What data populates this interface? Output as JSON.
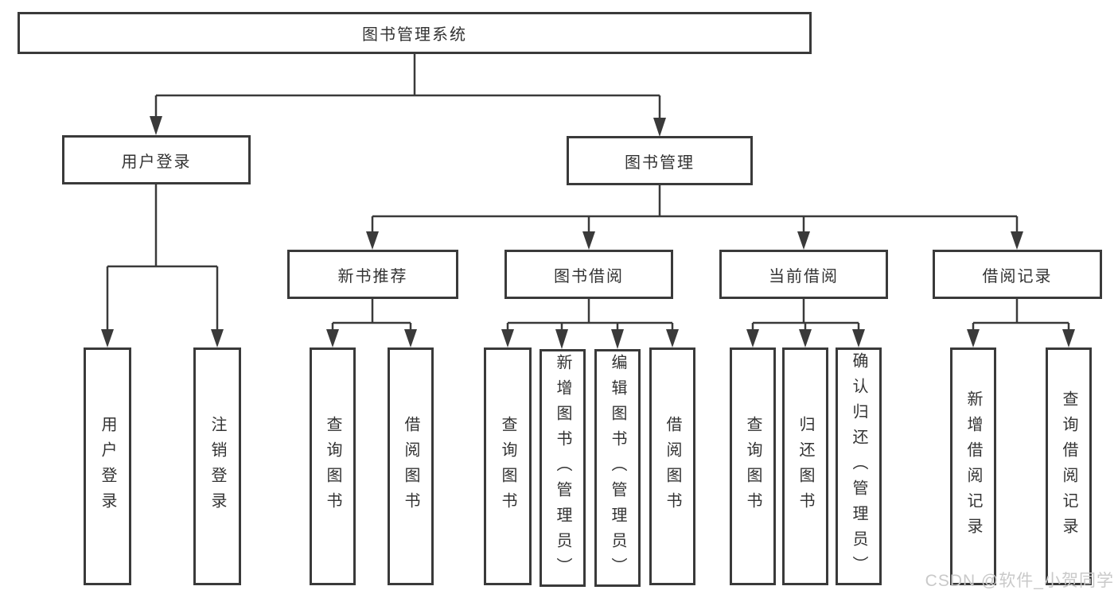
{
  "diagram": {
    "root": "图书管理系统",
    "branches": [
      {
        "label": "用户登录",
        "children": [
          "用户登录",
          "注销登录"
        ]
      },
      {
        "label": "图书管理",
        "sections": [
          {
            "label": "新书推荐",
            "children": [
              "查询图书",
              "借阅图书"
            ]
          },
          {
            "label": "图书借阅",
            "children": [
              "查询图书",
              "新增图书（管理员）",
              "编辑图书（管理员）",
              "借阅图书"
            ]
          },
          {
            "label": "当前借阅",
            "children": [
              "查询图书",
              "归还图书",
              "确认归还（管理员）"
            ]
          },
          {
            "label": "借阅记录",
            "children": [
              "新增借阅记录",
              "查询借阅记录"
            ]
          }
        ]
      }
    ]
  },
  "watermark": "CSDN @软件_小贺同学",
  "colors": {
    "line": "#3a3a3a",
    "text": "#333333",
    "watermark": "#c9c9c9",
    "background": "#ffffff"
  }
}
